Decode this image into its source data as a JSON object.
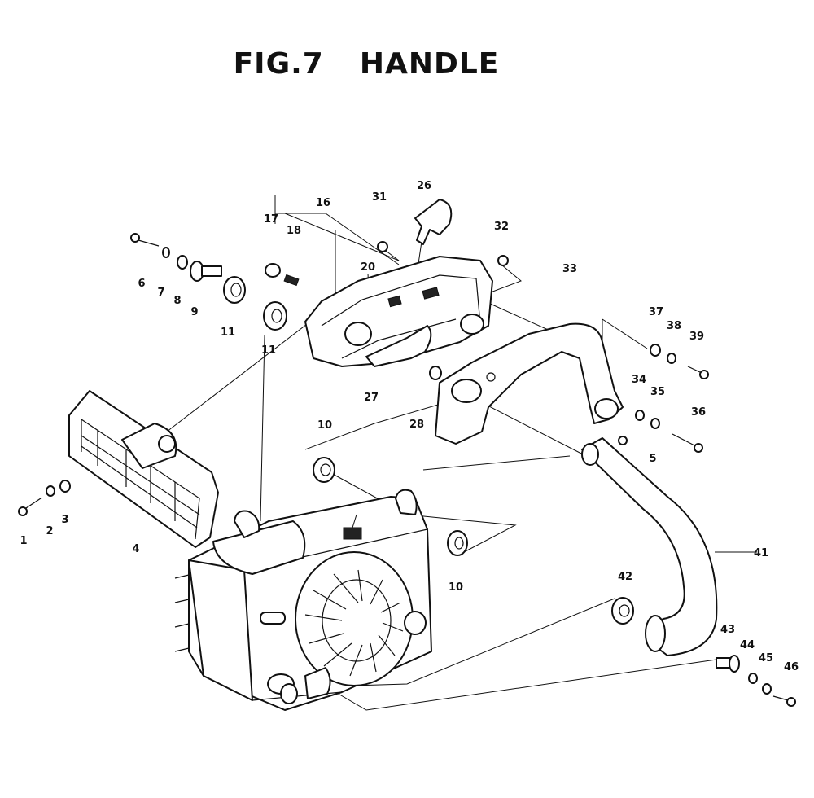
{
  "title": {
    "fig": "FIG.7",
    "name": "HANDLE"
  },
  "parts": [
    {
      "id": "p1",
      "label": "1"
    },
    {
      "id": "p2",
      "label": "2"
    },
    {
      "id": "p3",
      "label": "3"
    },
    {
      "id": "p4",
      "label": "4"
    },
    {
      "id": "p5",
      "label": "5"
    },
    {
      "id": "p6",
      "label": "6"
    },
    {
      "id": "p7",
      "label": "7"
    },
    {
      "id": "p8",
      "label": "8"
    },
    {
      "id": "p9",
      "label": "9"
    },
    {
      "id": "p10a",
      "label": "10"
    },
    {
      "id": "p10b",
      "label": "10"
    },
    {
      "id": "p11a",
      "label": "11"
    },
    {
      "id": "p11b",
      "label": "11"
    },
    {
      "id": "p16",
      "label": "16"
    },
    {
      "id": "p17",
      "label": "17"
    },
    {
      "id": "p18",
      "label": "18"
    },
    {
      "id": "p20",
      "label": "20"
    },
    {
      "id": "p26",
      "label": "26"
    },
    {
      "id": "p27",
      "label": "27"
    },
    {
      "id": "p28",
      "label": "28"
    },
    {
      "id": "p31",
      "label": "31"
    },
    {
      "id": "p32",
      "label": "32"
    },
    {
      "id": "p33",
      "label": "33"
    },
    {
      "id": "p34",
      "label": "34"
    },
    {
      "id": "p35",
      "label": "35"
    },
    {
      "id": "p36",
      "label": "36"
    },
    {
      "id": "p37",
      "label": "37"
    },
    {
      "id": "p38",
      "label": "38"
    },
    {
      "id": "p39",
      "label": "39"
    },
    {
      "id": "p41",
      "label": "41"
    },
    {
      "id": "p42",
      "label": "42"
    },
    {
      "id": "p43",
      "label": "43"
    },
    {
      "id": "p44",
      "label": "44"
    },
    {
      "id": "p45",
      "label": "45"
    },
    {
      "id": "p46",
      "label": "46"
    }
  ]
}
